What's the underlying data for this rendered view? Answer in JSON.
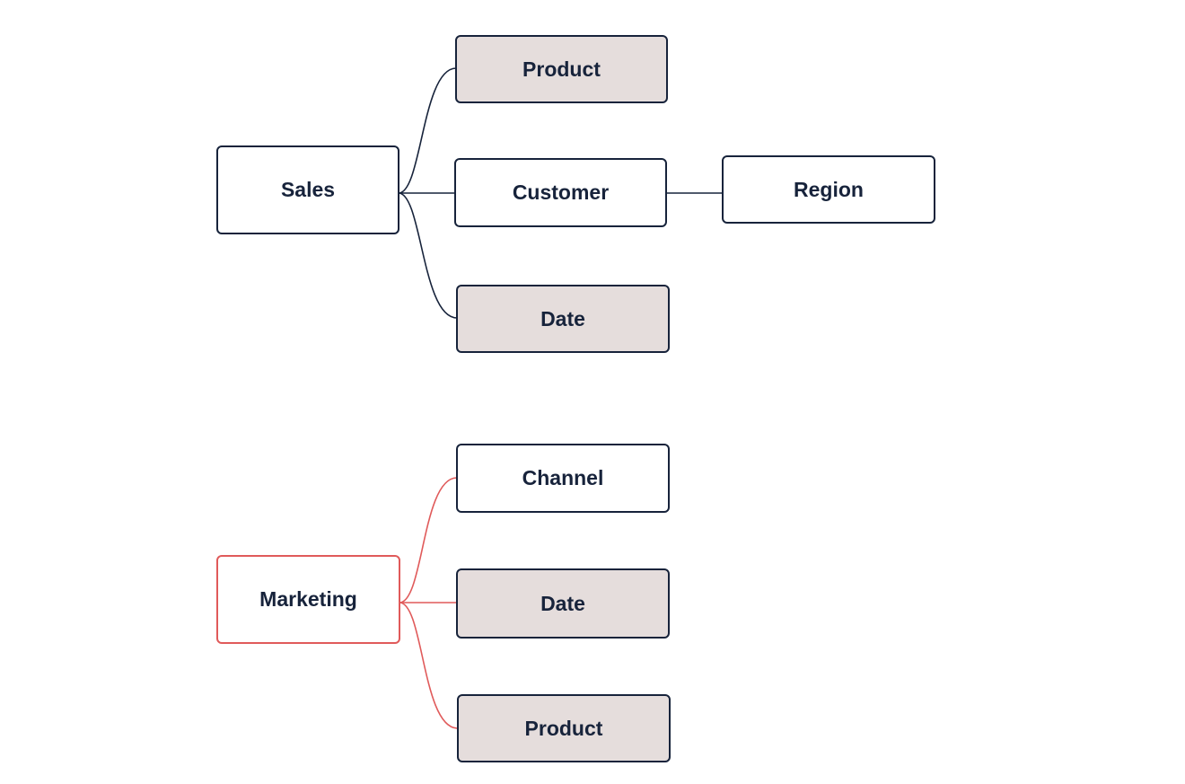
{
  "colors": {
    "ink": "#17233b",
    "accent": "#e05a5a",
    "shaded_fill": "#e5dddc",
    "plain_fill": "#ffffff"
  },
  "diagrams": [
    {
      "root": {
        "label": "Sales",
        "style": "default"
      },
      "children": [
        {
          "label": "Product",
          "style": "shaded"
        },
        {
          "label": "Customer",
          "style": "plain",
          "children": [
            {
              "label": "Region",
              "style": "plain"
            }
          ]
        },
        {
          "label": "Date",
          "style": "shaded"
        }
      ]
    },
    {
      "root": {
        "label": "Marketing",
        "style": "accent"
      },
      "children": [
        {
          "label": "Channel",
          "style": "plain"
        },
        {
          "label": "Date",
          "style": "shaded"
        },
        {
          "label": "Product",
          "style": "shaded"
        }
      ]
    }
  ]
}
